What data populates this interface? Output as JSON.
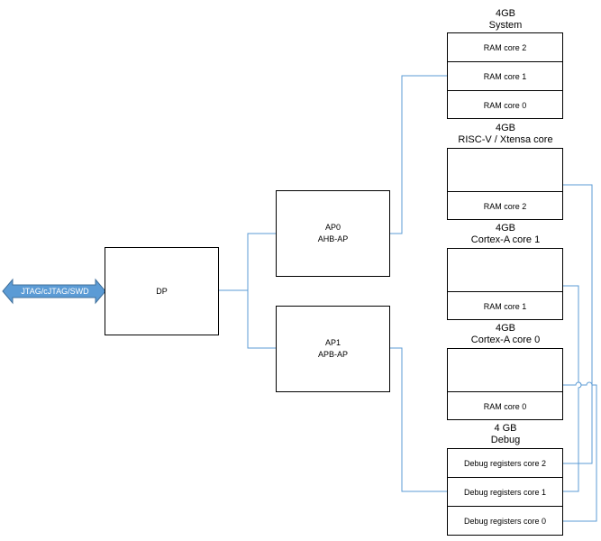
{
  "arrow": {
    "label": "JTAG/cJTAG/SWD",
    "color": "#5b9bd5"
  },
  "dp": {
    "label": "DP"
  },
  "ap0": {
    "line1": "AP0",
    "line2": "AHB-AP"
  },
  "ap1": {
    "line1": "AP1",
    "line2": "APB-AP"
  },
  "system": {
    "size": "4GB",
    "name": "System",
    "cells": [
      "RAM core 2",
      "RAM core 1",
      "RAM core 0"
    ]
  },
  "riscv": {
    "size": "4GB",
    "name": "RISC-V / Xtensa core",
    "ram": "RAM core 2"
  },
  "cortex1": {
    "size": "4GB",
    "name": "Cortex-A core 1",
    "ram": "RAM core 1"
  },
  "cortex0": {
    "size": "4GB",
    "name": "Cortex-A core 0",
    "ram": "RAM core 0"
  },
  "debug": {
    "size": "4 GB",
    "name": "Debug",
    "cells": [
      "Debug registers core 2",
      "Debug registers core 1",
      "Debug registers core 0"
    ]
  },
  "colors": {
    "wire": "#5b9bd5",
    "border": "#000000"
  }
}
